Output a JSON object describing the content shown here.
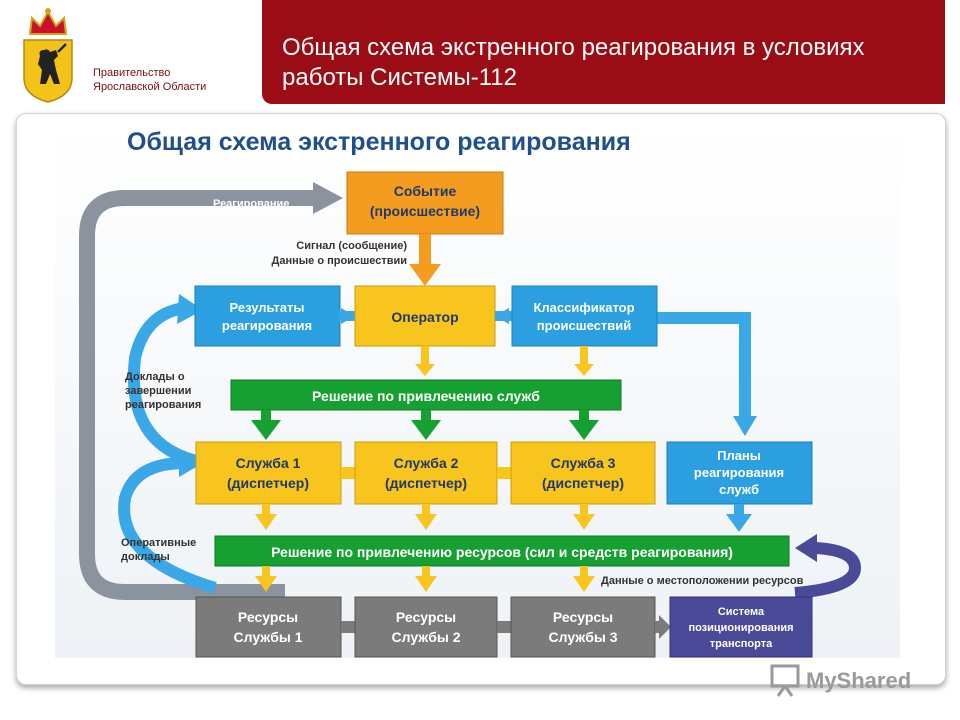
{
  "header": {
    "title": "Общая схема экстренного реагирования в условиях работы Системы-112",
    "org_name_line1": "Правительство",
    "org_name_line2": "Ярославской Области"
  },
  "diagram": {
    "title": "Общая схема экстренного реагирования",
    "boxes": {
      "event_line1": "Событие",
      "event_line2": "(происшествие)",
      "operator": "Оператор",
      "results_line1": "Результаты",
      "results_line2": "реагирования",
      "classifier_line1": "Классификатор",
      "classifier_line2": "происшествий",
      "decision_services": "Решение по привлечению служб",
      "service1_line1": "Служба 1",
      "service1_line2": "(диспетчер)",
      "service2_line1": "Служба 2",
      "service2_line2": "(диспетчер)",
      "service3_line1": "Служба 3",
      "service3_line2": "(диспетчер)",
      "plans_line1": "Планы",
      "plans_line2": "реагирования",
      "plans_line3": "служб",
      "decision_resources": "Решение по привлечению ресурсов (сил и средств реагирования)",
      "res1_line1": "Ресурсы",
      "res1_line2": "Службы 1",
      "res2_line1": "Ресурсы",
      "res2_line2": "Службы 2",
      "res3_line1": "Ресурсы",
      "res3_line2": "Службы 3",
      "transport_line1": "Система",
      "transport_line2": "позиционирования",
      "transport_line3": "транспорта"
    },
    "labels": {
      "response": "Реагирование",
      "signal_line1": "Сигнал (сообщение)",
      "signal_line2": "Данные о происшествии",
      "reports_line1": "Доклады о",
      "reports_line2": "завершении",
      "reports_line3": "реагирования",
      "op_reports_line1": "Оперативные",
      "op_reports_line2": "доклады",
      "location_data": "Данные о местоположении ресурсов"
    },
    "colors": {
      "orange": "#f39c1f",
      "yellow": "#f7c51e",
      "blue": "#2b9fe0",
      "green": "#16a032",
      "gray": "#7b7b7b",
      "purple": "#4a4a98",
      "title_blue": "#1f4f8c"
    }
  },
  "watermark": {
    "text": "MyShared"
  }
}
